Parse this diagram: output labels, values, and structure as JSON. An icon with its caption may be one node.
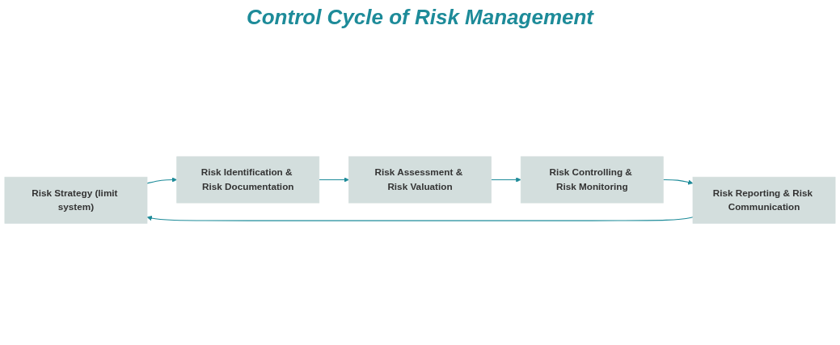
{
  "diagram": {
    "title": "Control Cycle of Risk Management",
    "nodes": [
      {
        "text": [
          "Risk Strategy (limit system)"
        ]
      },
      {
        "text": [
          "Risk Identification & Risk Documentation"
        ]
      },
      {
        "text": [
          "Risk Assessment & Risk Valuation"
        ]
      },
      {
        "text": [
          "Risk Controlling & Risk Monitoring"
        ]
      },
      {
        "text": [
          "Risk Reporting & Risk Communication"
        ]
      }
    ],
    "edges": [
      {
        "from": 0,
        "to": 1,
        "arrow": "to"
      },
      {
        "from": 1,
        "to": 2,
        "arrow": "to"
      },
      {
        "from": 2,
        "to": 3,
        "arrow": "to"
      },
      {
        "from": 3,
        "to": 4,
        "arrow": "to"
      },
      {
        "from": 4,
        "to": 0,
        "arrow": "to"
      }
    ]
  }
}
